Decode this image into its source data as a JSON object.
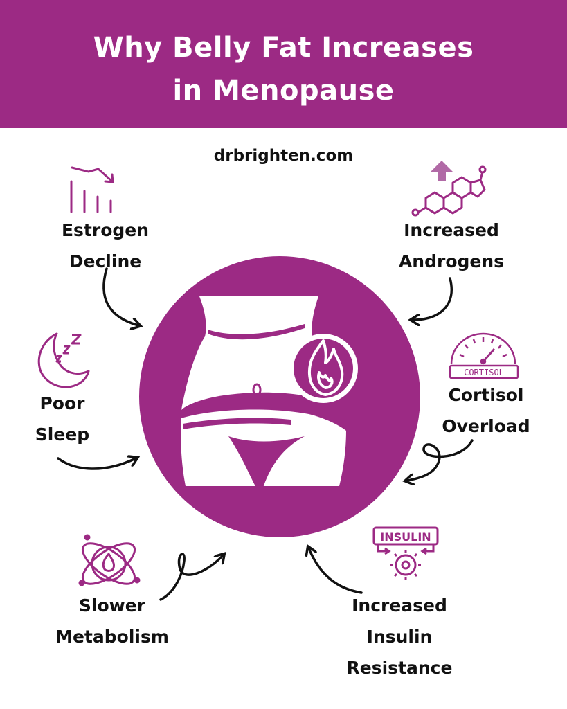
{
  "header": {
    "title_line1": "Why Belly Fat Increases",
    "title_line2": "in Menopause"
  },
  "website": "drbrighten.com",
  "colors": {
    "brand_purple": "#9c2a84",
    "icon_purple": "#9c2a84",
    "text": "#111111",
    "white": "#ffffff"
  },
  "causes": {
    "estrogen": {
      "line1": "Estrogen",
      "line2": "Decline",
      "icon": "declining-chart-icon"
    },
    "androgens": {
      "line1": "Increased",
      "line2": "Androgens",
      "icon": "steroid-molecule-icon"
    },
    "sleep": {
      "line1": "Poor",
      "line2": "Sleep",
      "icon": "moon-zzz-icon"
    },
    "cortisol": {
      "line1": "Cortisol",
      "line2": "Overload",
      "icon": "cortisol-gauge-icon",
      "badge": "CORTISOL"
    },
    "metabolism": {
      "line1": "Slower",
      "line2": "Metabolism",
      "icon": "atom-flame-icon"
    },
    "insulin": {
      "line1": "Increased",
      "line2": "Insulin",
      "line3": "Resistance",
      "icon": "insulin-cell-icon",
      "badge": "INSULIN"
    }
  },
  "center": {
    "icon": "belly-with-flame-icon"
  }
}
